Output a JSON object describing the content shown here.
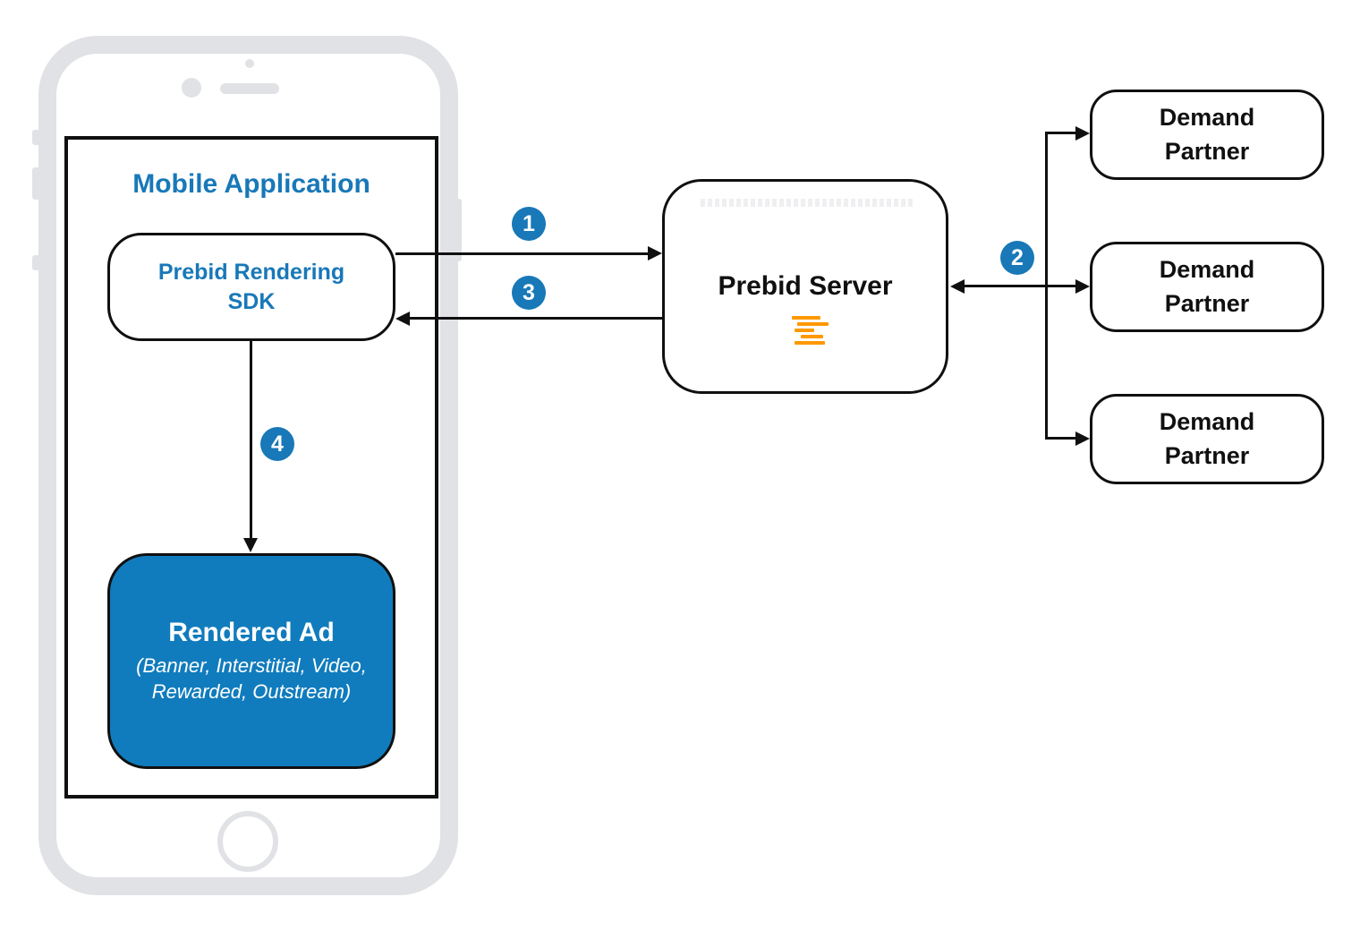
{
  "colors": {
    "accent_blue": "#1878B8",
    "rendered_ad_fill": "#107CBD",
    "prebid_orange": "#FF9900",
    "line_black": "#101010",
    "phone_gray": "#E1E2E5"
  },
  "mobile_application": {
    "label": "Mobile Application"
  },
  "sdk": {
    "line1": "Prebid Rendering",
    "line2": "SDK"
  },
  "rendered_ad": {
    "title": "Rendered Ad",
    "subtitle_lines": [
      "(Banner, Interstitial, Video,",
      "Rewarded, Outstream)"
    ]
  },
  "prebid_server": {
    "title": "Prebid Server",
    "icon": "prebid-lines-icon"
  },
  "demand_partners": [
    {
      "line1": "Demand",
      "line2": "Partner"
    },
    {
      "line1": "Demand",
      "line2": "Partner"
    },
    {
      "line1": "Demand",
      "line2": "Partner"
    }
  ],
  "flow_steps": [
    {
      "number": "1"
    },
    {
      "number": "2"
    },
    {
      "number": "3"
    },
    {
      "number": "4"
    }
  ]
}
